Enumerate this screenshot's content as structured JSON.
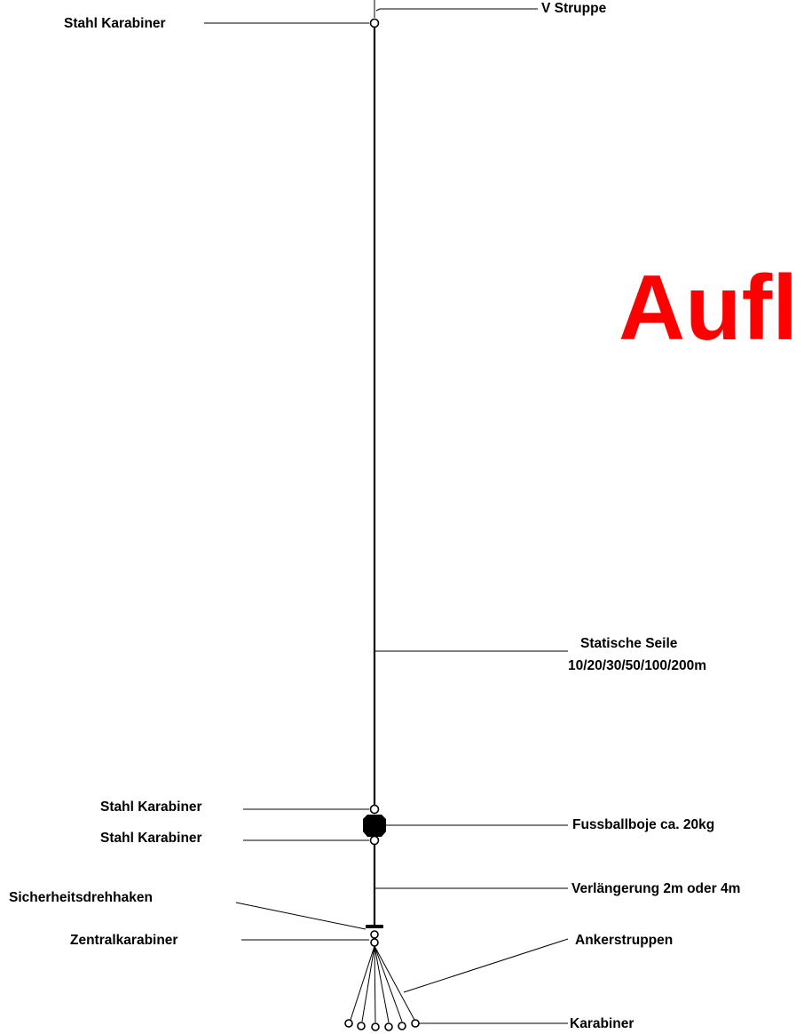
{
  "colors": {
    "ink": "#000000",
    "accent": "#ff0000",
    "background": "#ffffff"
  },
  "title_fragment": "Aufl",
  "labels": {
    "v_struppe": "V Struppe",
    "stahl_karabiner_top": "Stahl Karabiner",
    "statische_seile_1": "Statische Seile",
    "statische_seile_2": "10/20/30/50/100/200m",
    "stahl_karabiner_upper": "Stahl Karabiner",
    "fussballboje": "Fussballboje ca. 20kg",
    "stahl_karabiner_lower": "Stahl Karabiner",
    "sicherheitsdrehhaken": "Sicherheitsdrehhaken",
    "verlaengerung": "Verlängerung 2m oder 4m",
    "zentralkarabiner": "Zentralkarabiner",
    "ankerstruppen": "Ankerstruppen",
    "karabiner": "Karabiner"
  }
}
